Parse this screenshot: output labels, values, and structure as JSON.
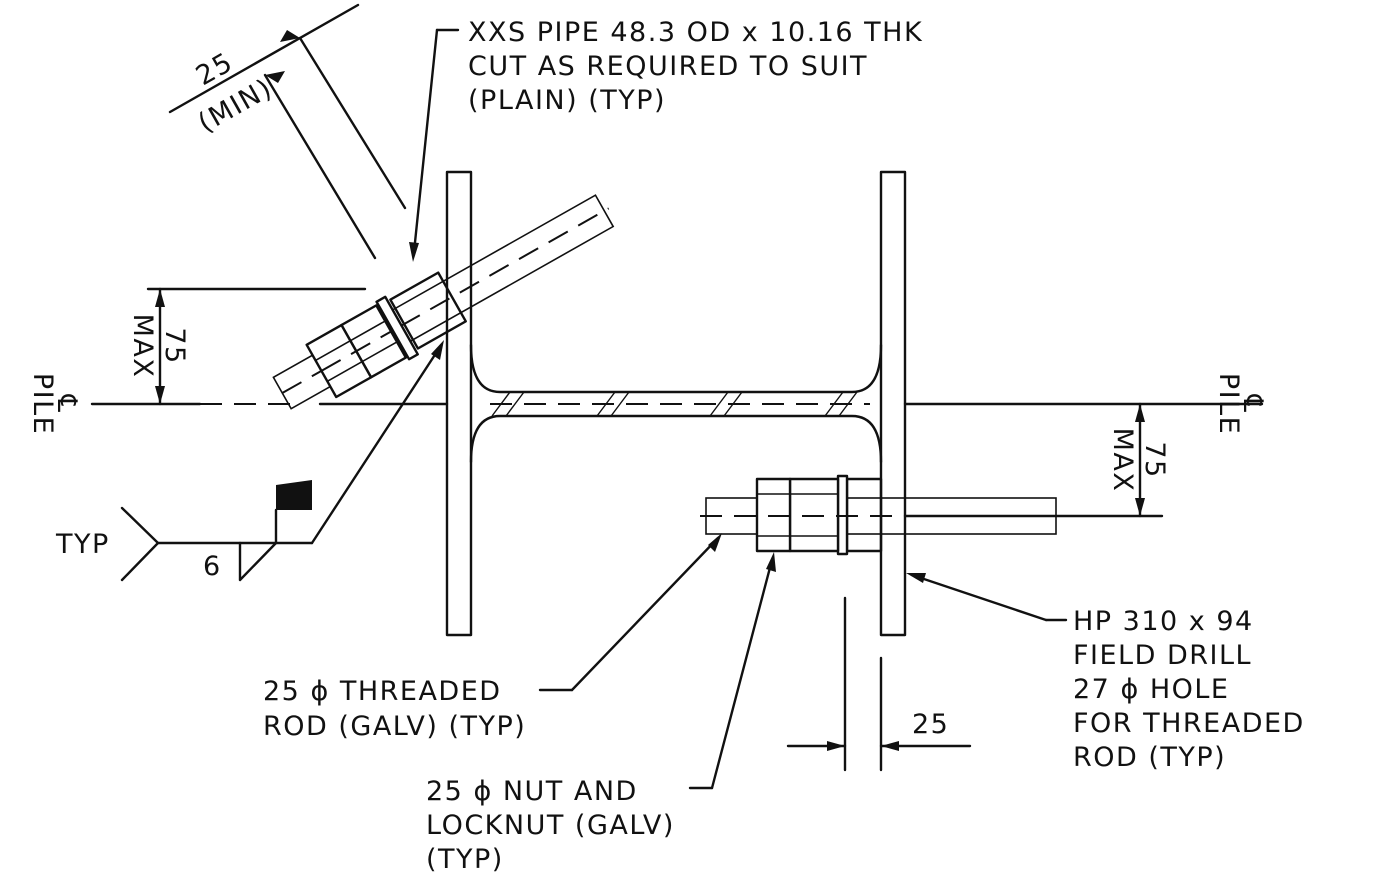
{
  "notes": {
    "pipe_line1": "XXS PIPE 48.3 OD x 10.16 THK",
    "pipe_line2": "CUT AS REQUIRED TO SUIT",
    "pipe_line3": "(PLAIN) (TYP)",
    "rod_line1": "25 ϕ THREADED",
    "rod_line2": "ROD (GALV) (TYP)",
    "nut_line1": "25 ϕ NUT AND",
    "nut_line2": "LOCKNUT (GALV)",
    "nut_line3": "(TYP)",
    "hp_line1": "HP 310 x 94",
    "hp_line2": "FIELD DRILL",
    "hp_line3": "27 ϕ HOLE",
    "hp_line4": "FOR THREADED",
    "hp_line5": "ROD (TYP)"
  },
  "weld": {
    "typ": "TYP",
    "size": "6"
  },
  "dimensions": {
    "top_25": "25",
    "top_min": "(MIN)",
    "left_75": "75",
    "left_max": "MAX",
    "right_75": "75",
    "right_max": "MAX",
    "bottom_25": "25"
  },
  "centerline": {
    "symbol": "℄",
    "label": "PILE"
  }
}
